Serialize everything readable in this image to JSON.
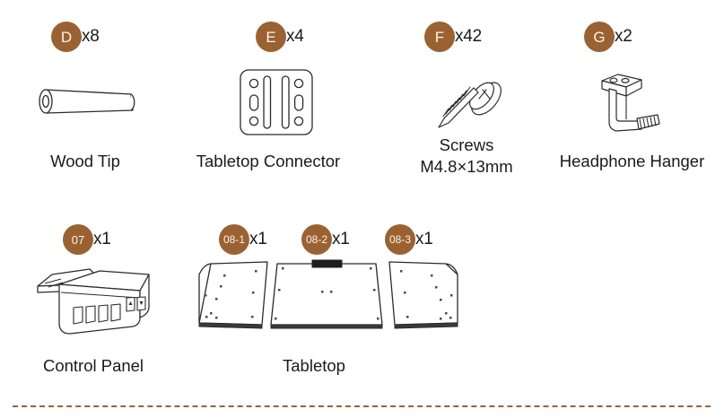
{
  "page": {
    "background_color": "#ffffff",
    "badge_color": "#9a6233",
    "badge_text_color": "#fdf3e6",
    "label_color": "#1a1a1a",
    "line_color": "#2b2b2b",
    "divider_color": "#9a6233"
  },
  "parts": [
    {
      "id": "wood-tip",
      "badge": "D",
      "qty": "x8",
      "caption": "Wood Tip",
      "icon": "dowel-icon"
    },
    {
      "id": "tabletop-connector",
      "badge": "E",
      "qty": "x4",
      "caption": "Tabletop Connector",
      "icon": "bracket-plate-icon"
    },
    {
      "id": "screws",
      "badge": "F",
      "qty": "x42",
      "caption": "Screws",
      "caption_line2": "M4.8×13mm",
      "icon": "screw-icon"
    },
    {
      "id": "headphone-hanger",
      "badge": "G",
      "qty": "x2",
      "caption": "Headphone Hanger",
      "icon": "hook-icon"
    },
    {
      "id": "control-panel",
      "badge": "07",
      "qty": "x1",
      "caption": "Control Panel",
      "icon": "control-panel-icon"
    },
    {
      "id": "tabletop-left",
      "badge": "08-1",
      "qty": "x1",
      "icon": "tabletop-panel-left-icon"
    },
    {
      "id": "tabletop-center",
      "badge": "08-2",
      "qty": "x1",
      "icon": "tabletop-panel-center-icon"
    },
    {
      "id": "tabletop-right",
      "badge": "08-3",
      "qty": "x1",
      "icon": "tabletop-panel-right-icon"
    }
  ],
  "group_captions": {
    "tabletop": "Tabletop"
  }
}
